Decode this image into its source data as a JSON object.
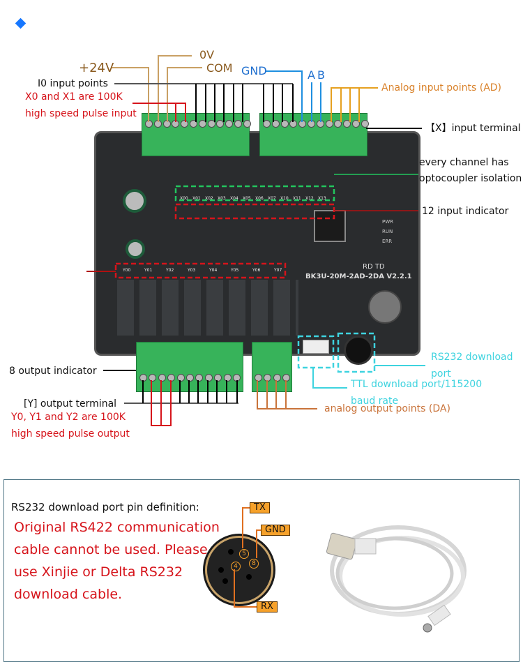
{
  "top_labels": {
    "plus24v": "+24V",
    "ov": "0V",
    "com": "COM",
    "io_input_points": "I0 input points",
    "x0_x1_note_line1": "X0 and X1 are 100K",
    "x0_x1_note_line2": "high speed pulse input",
    "gnd": "GND",
    "a": "A",
    "b": "B",
    "analog_input": "Analog input points (AD)",
    "x_input_terminal": "【X】input terminal",
    "optocoupler_line1": "every channel has",
    "optocoupler_line2": "optocoupler isolation",
    "input_indicator": "12 input indicator"
  },
  "board": {
    "model": "BK3U-20M-2AD-2DA V2.2.1",
    "input_channels": [
      "X00",
      "X01",
      "X02",
      "X03",
      "X04",
      "X05",
      "X06",
      "X07",
      "X10",
      "X11",
      "X12",
      "X13"
    ],
    "output_channels": [
      "Y00",
      "Y01",
      "Y02",
      "Y03",
      "Y04",
      "Y05",
      "Y06",
      "Y07"
    ],
    "status_leds": [
      "PWR",
      "RUN",
      "ERR"
    ],
    "rd_td": "RD  TD"
  },
  "bottom_labels": {
    "output_indicator": "8 output indicator",
    "y_output_terminal": "[Y] output terminal",
    "y_note_line1": "Y0, Y1 and Y2 are 100K",
    "y_note_line2": "high speed pulse output",
    "rs232_line1": "RS232 download",
    "rs232_line2": "port",
    "ttl_line1": "TTL download port/115200",
    "ttl_line2": "baud rate",
    "analog_output": "analog output points (DA)"
  },
  "pin_section": {
    "heading": "RS232 download port pin definition:",
    "warning_lines": [
      "Original RS422 communication",
      "cable cannot be used. Please",
      "use Xinjie or Delta RS232",
      "download cable."
    ],
    "pins": {
      "tx": "TX",
      "gnd": "GND",
      "rx": "RX"
    },
    "pin_numbers": {
      "tx": "5",
      "gnd": "8",
      "rx": "4"
    }
  },
  "colors": {
    "red": "#d6141b",
    "tan": "#c9a064",
    "blue": "#1f8fe0",
    "orange": "#e6a020",
    "cyan": "#3ed3df",
    "green_dash": "#22c55e",
    "terminal_green": "#37b35a",
    "accent_diamond": "#1677ff"
  }
}
